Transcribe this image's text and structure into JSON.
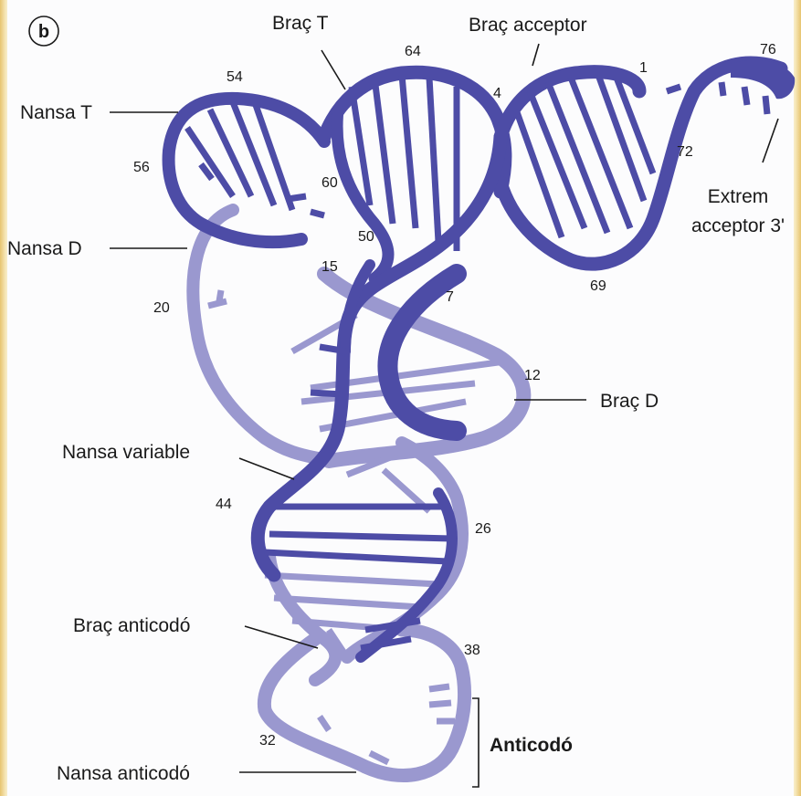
{
  "panel_letter": "b",
  "labels": {
    "brac_t": "Braç T",
    "brac_acceptor": "Braç acceptor",
    "nansa_t": "Nansa T",
    "nansa_d": "Nansa D",
    "extrem_line1": "Extrem",
    "extrem_line2": "acceptor 3'",
    "brac_d": "Braç D",
    "nansa_variable": "Nansa variable",
    "brac_anticodo": "Braç anticodó",
    "anticodo": "Anticodó",
    "nansa_anticodo": "Nansa anticodó"
  },
  "numbers": {
    "n1": "1",
    "n4": "4",
    "n7": "7",
    "n12": "12",
    "n15": "15",
    "n20": "20",
    "n26": "26",
    "n32": "32",
    "n38": "38",
    "n44": "44",
    "n50": "50",
    "n54": "54",
    "n56": "56",
    "n60": "60",
    "n64": "64",
    "n69": "69",
    "n72": "72",
    "n76": "76"
  },
  "colors": {
    "dark_strand": "#4d4ca6",
    "light_strand": "#9a98cf",
    "frame": "#e9c97a"
  }
}
